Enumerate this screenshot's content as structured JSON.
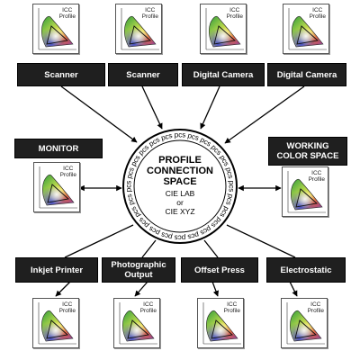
{
  "hub": {
    "ring_token": "pcs",
    "title_lines": [
      "PROFILE",
      "CONNECTION",
      "SPACE"
    ],
    "sub_lines": [
      "CIE LAB",
      "or",
      "CIE XYZ"
    ]
  },
  "profile_card": {
    "label_line1": "ICC",
    "label_line2": "Profile"
  },
  "inputs": [
    "Scanner",
    "Scanner",
    "Digital Camera",
    "Digital Camera"
  ],
  "monitor": "MONITOR",
  "working": [
    "WORKING",
    "COLOR SPACE"
  ],
  "outputs": [
    {
      "lines": [
        "Inkjet Printer"
      ]
    },
    {
      "lines": [
        "Photographic",
        "Output"
      ]
    },
    {
      "lines": [
        "Offset Press"
      ]
    },
    {
      "lines": [
        "Electrostatic"
      ]
    }
  ]
}
